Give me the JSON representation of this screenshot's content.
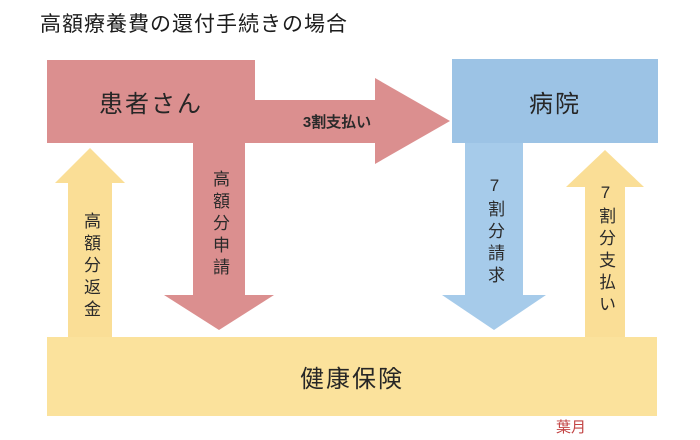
{
  "title": "高額療養費の還付手続きの場合",
  "colors": {
    "pink": "#DB8F8F",
    "blue_box": "#9CC3E5",
    "blue_arrow": "#A6CBEA",
    "yellow_box": "#FBE29C",
    "yellow_arrow": "#FADE96",
    "label_text": "#262626",
    "signature_red": "#C24444",
    "background": "#FFFFFF"
  },
  "nodes": {
    "patient": {
      "label": "患者さん"
    },
    "hospital": {
      "label": "病院"
    },
    "insurance": {
      "label": "健康保険"
    }
  },
  "flows": {
    "pay30": {
      "label": "3割支払い",
      "from": "患者さん",
      "to": "病院",
      "direction": "right",
      "color": "#DB8F8F"
    },
    "apply_high_cost": {
      "label": "高額分申請",
      "from": "患者さん",
      "to": "健康保険",
      "direction": "down",
      "color": "#DB8F8F"
    },
    "refund_high_cost": {
      "label": "高額分返金",
      "from": "健康保険",
      "to": "患者さん",
      "direction": "up",
      "color": "#FADE96"
    },
    "claim70": {
      "label": "7割分請求",
      "from": "病院",
      "to": "健康保険",
      "direction": "down",
      "color": "#A6CBEA"
    },
    "pay70": {
      "label": "7割分支払い",
      "from": "健康保険",
      "to": "病院",
      "direction": "up",
      "color": "#FADE96"
    }
  },
  "signature": {
    "text": "葉月"
  }
}
